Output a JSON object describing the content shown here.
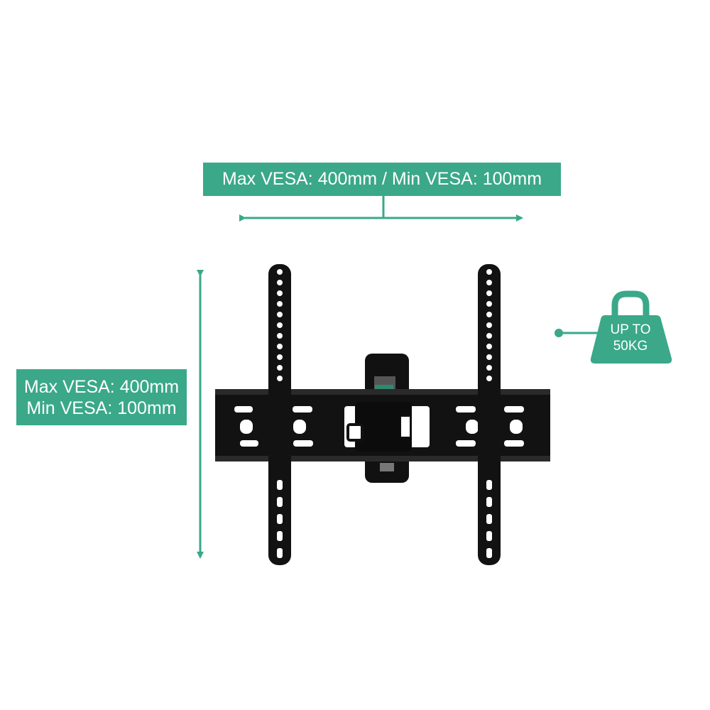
{
  "labels": {
    "width_label": "Max VESA: 400mm / Min VESA: 100mm",
    "height_label_line1": "Max VESA: 400mm",
    "height_label_line2": "Min VESA: 100mm",
    "weight_line1": "UP TO",
    "weight_line2": "50KG"
  },
  "colors": {
    "accent": "#3aa889",
    "mount": "#111111",
    "background": "#ffffff"
  },
  "icons": {
    "weight": "weight-icon",
    "product": "tv-wall-mount-bracket"
  }
}
